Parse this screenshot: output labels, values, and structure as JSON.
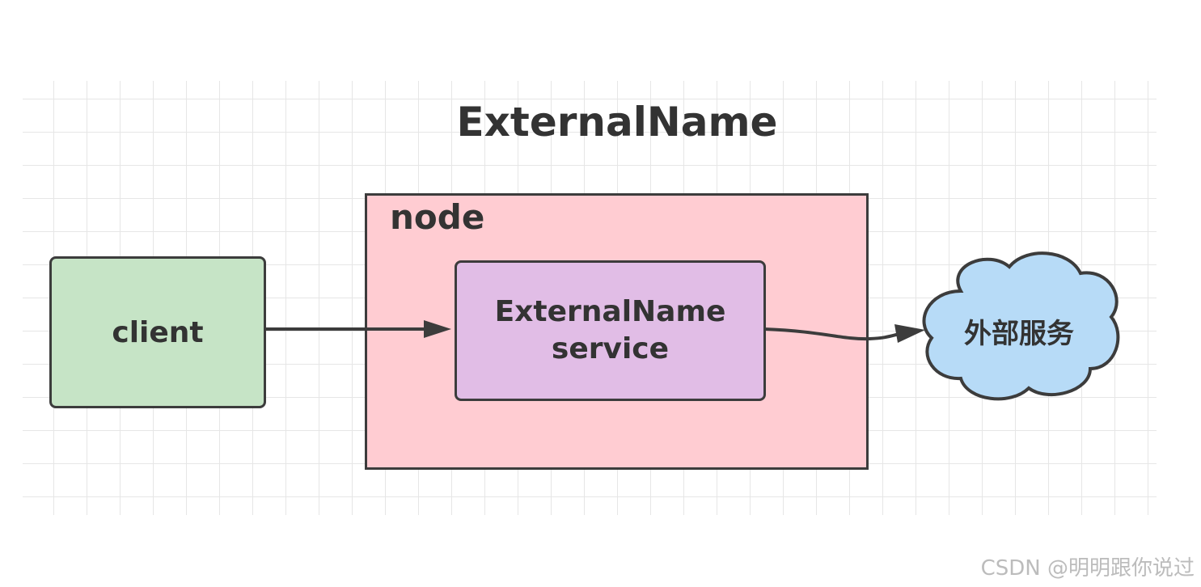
{
  "diagram": {
    "title": "ExternalName",
    "node_label": "node",
    "client_label": "client",
    "service_label_line1": "ExternalName",
    "service_label_line2": "service",
    "external_label": "外部服务"
  },
  "watermark": "CSDN @明明跟你说过",
  "colors": {
    "client_fill": "#c6e4c6",
    "node_fill": "#ffccd2",
    "service_fill": "#e1bde6",
    "cloud_fill": "#b7dbf7",
    "stroke": "#3c3c3c"
  },
  "edges": [
    {
      "from": "client",
      "to": "ExternalName service"
    },
    {
      "from": "ExternalName service",
      "to": "外部服务"
    }
  ]
}
